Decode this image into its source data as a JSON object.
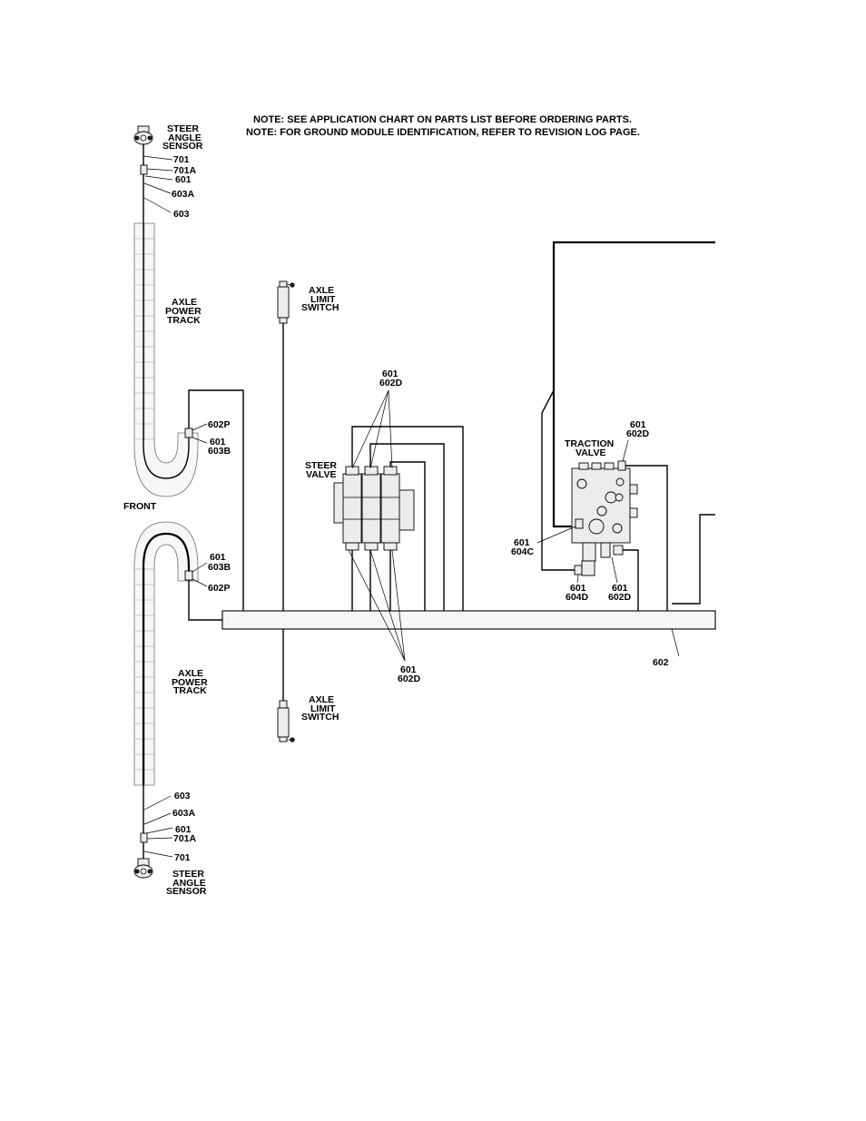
{
  "notes": [
    "NOTE:  SEE APPLICATION CHART ON PARTS LIST BEFORE ORDERING PARTS.",
    "NOTE:  FOR GROUND MODULE IDENTIFICATION, REFER TO REVISION LOG PAGE."
  ],
  "labels": {
    "front": "FRONT",
    "steer_angle_sensor": [
      "STEER",
      "ANGLE",
      "SENSOR"
    ],
    "axle_power_track": [
      "AXLE",
      "POWER",
      "TRACK"
    ],
    "axle_limit_switch": [
      "AXLE",
      "LIMIT",
      "SWITCH"
    ],
    "steer_valve": [
      "STEER",
      "VALVE"
    ],
    "traction_valve": [
      "TRACTION",
      "VALVE"
    ]
  },
  "wire_numbers": {
    "w701": "701",
    "w701a": "701A",
    "w601": "601",
    "w603a": "603A",
    "w603": "603",
    "w602p": "602P",
    "w603b": "603B",
    "w602d": "602D",
    "w604c": "604C",
    "w604d": "604D",
    "w602": "602"
  }
}
